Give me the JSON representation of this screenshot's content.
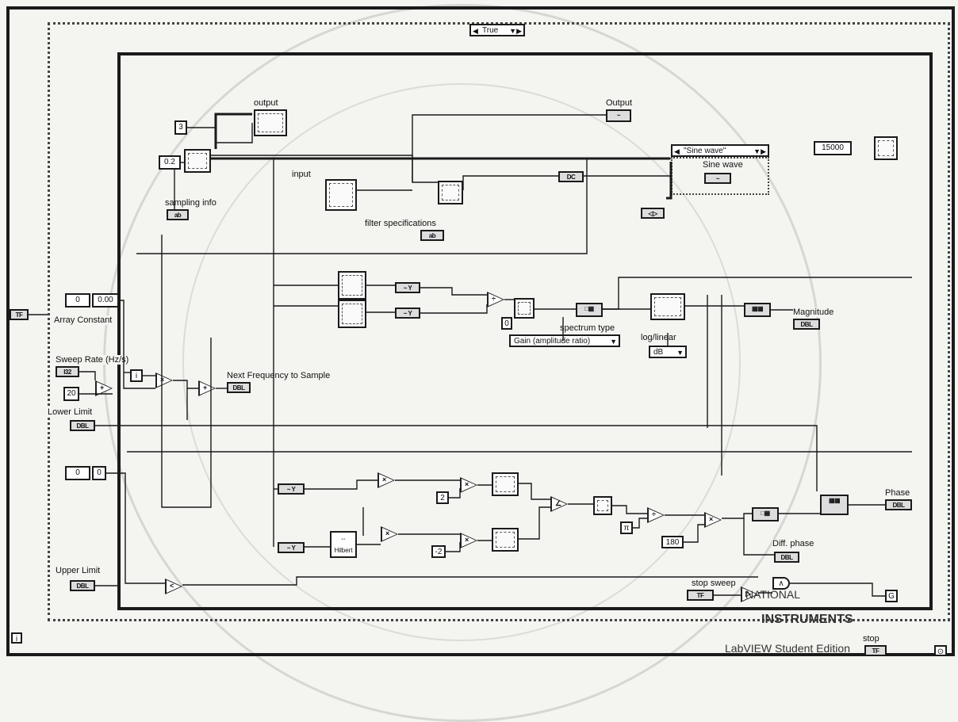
{
  "case_selector": {
    "value": "True"
  },
  "controls": {
    "array_constant_label": "Array Constant",
    "array_index": "0",
    "array_value": "0.00",
    "sweep_rate_label": "Sweep Rate (Hz/s)",
    "sweep_rate_terminal": "I32",
    "const_20": "20",
    "lower_limit_label": "Lower Limit",
    "lower_limit_terminal": "DBL",
    "array2_index": "0",
    "array2_value": "0",
    "upper_limit_label": "Upper Limit",
    "upper_limit_terminal": "DBL",
    "true_terminal": "TF"
  },
  "top_area": {
    "const_3": "3",
    "const_02": "0.2",
    "output_label": "output",
    "sampling_info_label": "sampling info",
    "input_label": "input",
    "filter_spec_label": "filter specifications",
    "output2_label": "Output",
    "sine_wave_case": "\"Sine wave\"",
    "sine_wave_inner": "Sine wave",
    "const_15000": "15000"
  },
  "middle_area": {
    "next_freq_label": "Next Frequency to Sample",
    "next_freq_terminal": "DBL",
    "const_0": "0",
    "spectrum_type_label": "spectrum type",
    "spectrum_type_value": "Gain (amplitude ratio)",
    "log_linear_label": "log/linear",
    "log_linear_value": "dB",
    "magnitude_label": "Magnitude",
    "magnitude_terminal": "DBL"
  },
  "bottom_area": {
    "const_2": "2",
    "const_neg2": "-2",
    "hilbert_label": "Hilbert",
    "const_180": "180",
    "phase_label": "Phase",
    "phase_terminal": "DBL",
    "diff_phase_label": "Diff. phase",
    "diff_phase_terminal": "DBL",
    "stop_sweep_label": "stop sweep",
    "stop_label": "stop",
    "stop_terminal": "TF",
    "loop_i": "i",
    "pi": "π"
  },
  "watermark": {
    "line1": "NATIONAL",
    "line2": "INSTRUMENTS",
    "line3": "LabVIEW Student Edition"
  },
  "colors": {
    "wire": "#1a1a1a",
    "background": "#f4f4f1"
  }
}
